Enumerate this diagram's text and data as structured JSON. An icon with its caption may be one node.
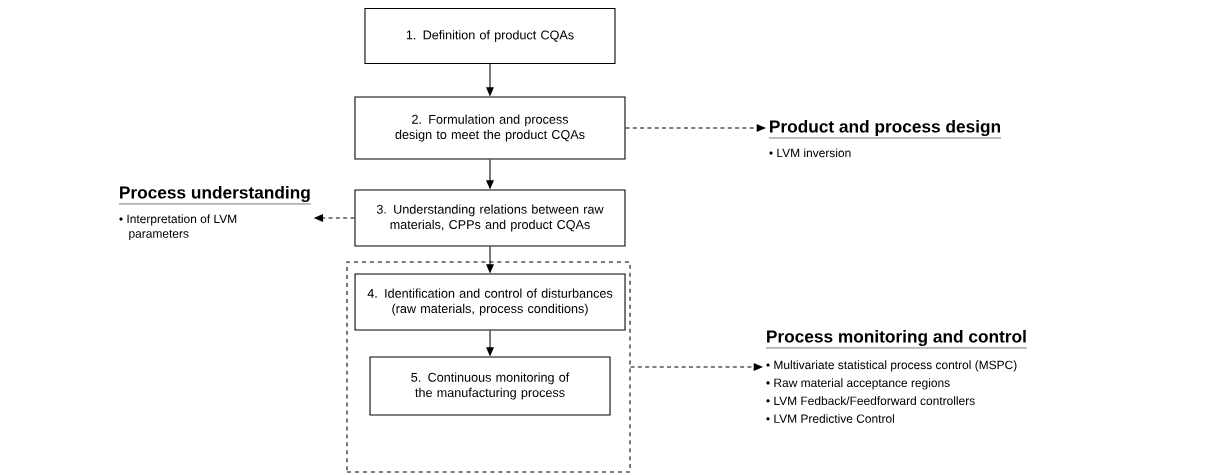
{
  "diagram": {
    "nodes": [
      {
        "text": [
          "1. Definition of product CQAs"
        ]
      },
      {
        "text": [
          "2. Formulation and process design to meet the product CQAs"
        ]
      },
      {
        "text": [
          "3. Understanding relations between raw materials, CPPs and product CQAs"
        ]
      },
      {
        "text": [],
        "shape": "box"
      },
      {
        "text": [
          "4. Identification and control of disturbances (raw materials, process conditions)"
        ],
        "in": 3
      },
      {
        "text": [
          "5. Continuous monitoring of the manufacturing process"
        ],
        "in": 3
      },
      {
        "text": [
          "Product and process design",
          "• LVM inversion"
        ]
      },
      {
        "text": [
          "Process understanding",
          "• Interpretation of LVM parameters"
        ]
      },
      {
        "text": [
          "Process monitoring and control",
          "• Multivariate statistical process control (MSPC)",
          "• Raw material acceptance regions",
          "• LVM Fedback/Feedforward controllers",
          "• LVM Predictive Control"
        ]
      }
    ],
    "edges": [
      {
        "from": 0,
        "to": 1,
        "arrow": "to"
      },
      {
        "from": 1,
        "to": 2,
        "arrow": "to"
      },
      {
        "from": 2,
        "to": 4,
        "arrow": "to"
      },
      {
        "from": 4,
        "to": 5,
        "arrow": "to"
      },
      {
        "from": 1,
        "to": 6,
        "arrow": "to",
        "style": "dashed"
      },
      {
        "from": 2,
        "to": 7,
        "arrow": "to",
        "style": "dashed"
      },
      {
        "from": 3,
        "to": 8,
        "arrow": "to",
        "style": "dashed"
      }
    ]
  }
}
